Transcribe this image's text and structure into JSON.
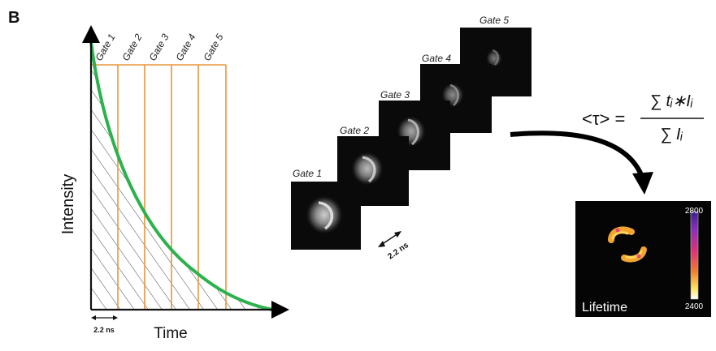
{
  "panel_label": "B",
  "decay_plot": {
    "ylabel": "Intensity",
    "xlabel": "Time",
    "gates": [
      "Gate 1",
      "Gate 2",
      "Gate 3",
      "Gate 4",
      "Gate 5"
    ],
    "gate_width_label": "2.2 ns",
    "colors": {
      "decay_curve": "#2bb24c",
      "gate_lines": "#e8953b",
      "axes": "#111111",
      "hatch": "#333333"
    }
  },
  "gate_images": {
    "labels": [
      "Gate 1",
      "Gate 2",
      "Gate 3",
      "Gate 4",
      "Gate 5"
    ],
    "step_label": "2.2 ns"
  },
  "formula": {
    "lhs": "<τ> =",
    "numerator": "∑ tᵢ∗Iᵢ",
    "denominator": "∑ Iᵢ"
  },
  "lifetime_image": {
    "label": "Lifetime",
    "colorbar_max": "2800",
    "colorbar_min": "2400",
    "colorbar_colors": [
      "#3a1d8f",
      "#8a2fc0",
      "#e0307a",
      "#f47a2a",
      "#ffe45c",
      "#ffffff"
    ]
  }
}
